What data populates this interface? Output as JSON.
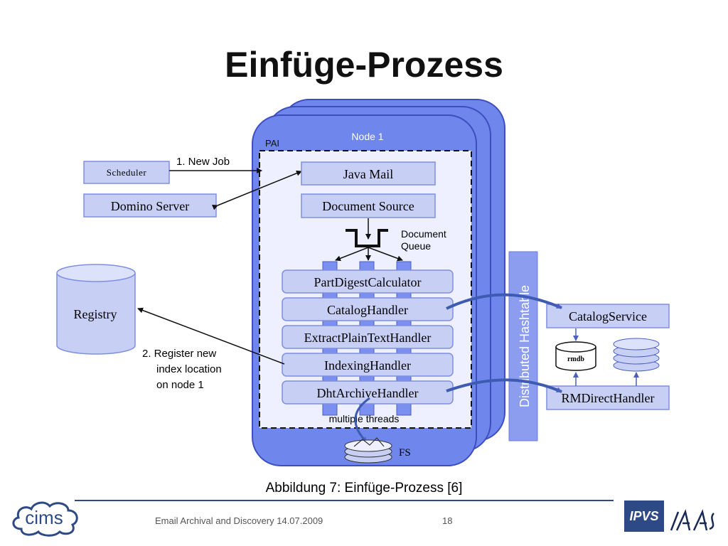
{
  "slide": {
    "title": "Einfüge-Prozess",
    "caption": "Abbildung 7: Einfüge-Prozess [6]",
    "footer_text": "Email Archival and Discovery  14.07.2009",
    "page_number": "18"
  },
  "diagram": {
    "node_label": "Node 1",
    "pai_label": "PAI",
    "scheduler": "Scheduler",
    "domino_server": "Domino Server",
    "new_job_label": "1. New Job",
    "registry": "Registry",
    "register_label": [
      "2. Register new",
      "index location",
      "on node 1"
    ],
    "java_mail": "Java Mail",
    "document_source": "Document Source",
    "document_queue": [
      "Document",
      "Queue"
    ],
    "handlers": [
      "PartDigestCalculator",
      "CatalogHandler",
      "ExtractPlainTextHandler",
      "IndexingHandler",
      "DhtArchiveHandler"
    ],
    "multiple_threads": "multiple threads",
    "fs": "FS",
    "distributed_hashtable": "Distributed Hashtable",
    "catalog_service": "CatalogService",
    "rmdb": "rmdb",
    "rm_direct_handler": "RMDirectHandler"
  },
  "logos": {
    "cims": "cims",
    "ipvs": "IPVS",
    "ias": "IAS"
  },
  "colors": {
    "node_fill": "#6f86ec",
    "node_stroke": "#3d4fbf",
    "box_fill": "#c7cff5",
    "box_stroke": "#7f8fe0",
    "panel_fill": "#eef0ff",
    "footer_line": "#2f4a86"
  }
}
